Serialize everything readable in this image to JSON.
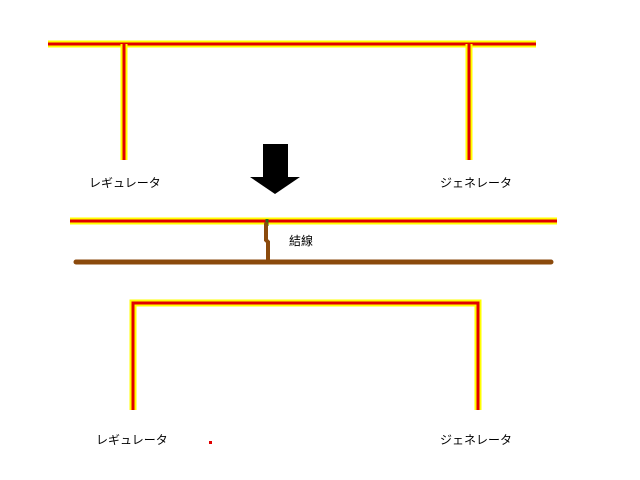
{
  "colors": {
    "wire_outer": "#ffff00",
    "wire_inner": "#e00000",
    "tie_wire": "#8b4a0c",
    "tie_wire_green": "#2e6b1f",
    "arrow": "#000000",
    "dot": "#e00000",
    "background": "#ffffff"
  },
  "top": {
    "left_label": "レギュレータ",
    "right_label": "ジェネレータ"
  },
  "middle": {
    "tie_label": "結線"
  },
  "bottom": {
    "left_label": "レギュレータ",
    "right_label": "ジェネレータ"
  },
  "icons": {
    "arrow": "down-arrow-icon"
  }
}
